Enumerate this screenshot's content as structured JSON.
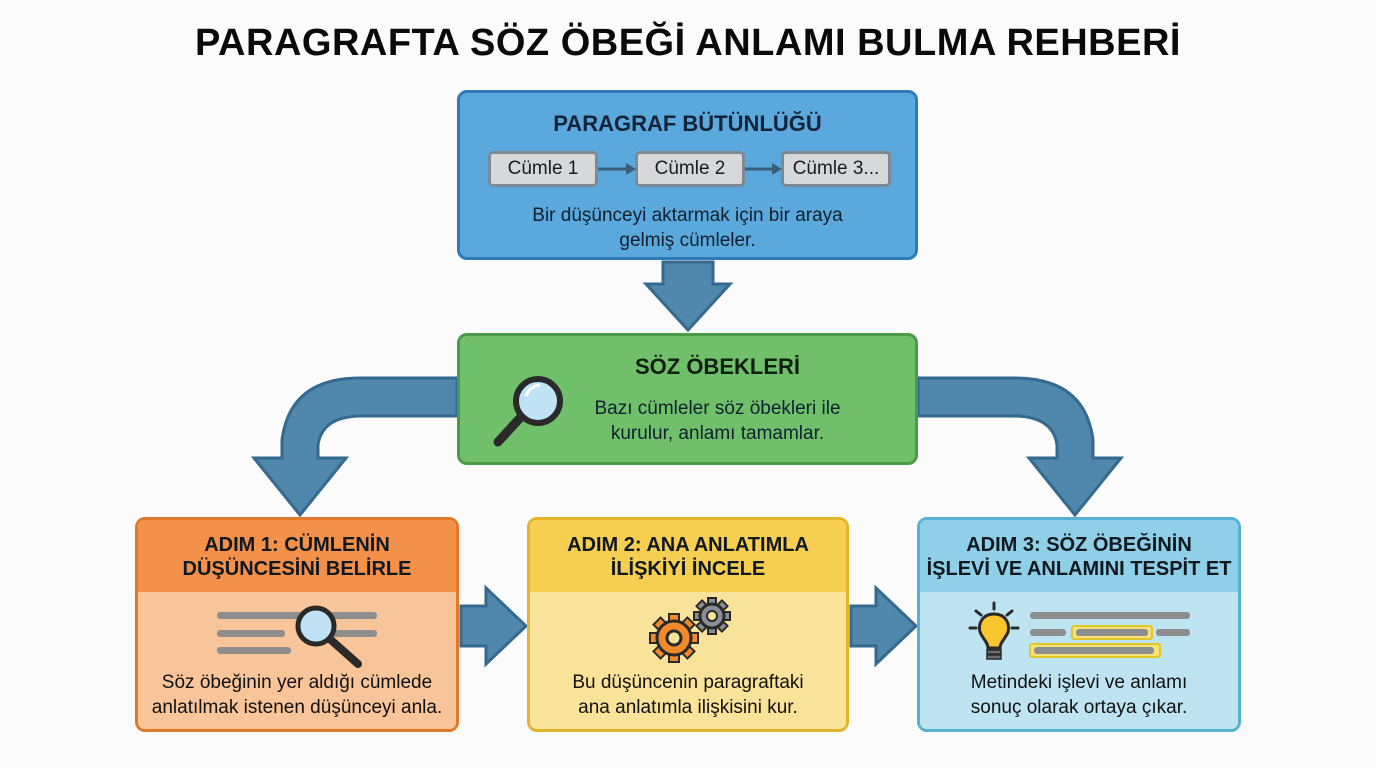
{
  "title": "PARAGRAFTA SÖZ ÖBEĞİ ANLAMI BULMA REHBERİ",
  "paragraf": {
    "heading": "PARAGRAF BÜTÜNLÜĞÜ",
    "sentences": [
      "Cümle 1",
      "Cümle 2",
      "Cümle 3..."
    ],
    "desc_line1": "Bir düşünceyi aktarmak için bir araya",
    "desc_line2": "gelmiş cümleler."
  },
  "soz_obekleri": {
    "heading": "SÖZ ÖBEKLERİ",
    "desc_line1": "Bazı cümleler söz öbekleri ile",
    "desc_line2": "kurulur, anlamı tamamlar."
  },
  "steps": [
    {
      "title_line1": "ADIM 1: CÜMLENİN",
      "title_line2": "DÜŞÜNCESİNİ BELİRLE",
      "desc_line1": "Söz öbeğinin yer aldığı cümlede",
      "desc_line2": "anlatılmak istenen düşünceyi anla.",
      "icon": "magnifier-text-icon"
    },
    {
      "title_line1": "ADIM 2: ANA ANLATIMLA",
      "title_line2": "İLİŞKİYİ İNCELE",
      "desc_line1": "Bu düşüncenin paragraftaki",
      "desc_line2": "ana anlatımla ilişkisini kur.",
      "icon": "gears-icon"
    },
    {
      "title_line1": "ADIM 3: SÖZ ÖBEĞİNİN",
      "title_line2": "İŞLEVİ VE ANLAMINI TESPİT ET",
      "desc_line1": "Metindeki işlevi ve anlamı",
      "desc_line2": "sonuç olarak ortaya çıkar.",
      "icon": "lightbulb-icon"
    }
  ],
  "colors": {
    "blue": "#5aa8dc",
    "green": "#70c06b",
    "orange": "#f3904a",
    "yellow": "#f6cf52",
    "lightblue": "#8fd0e8",
    "arrow": "#4f87ad"
  }
}
